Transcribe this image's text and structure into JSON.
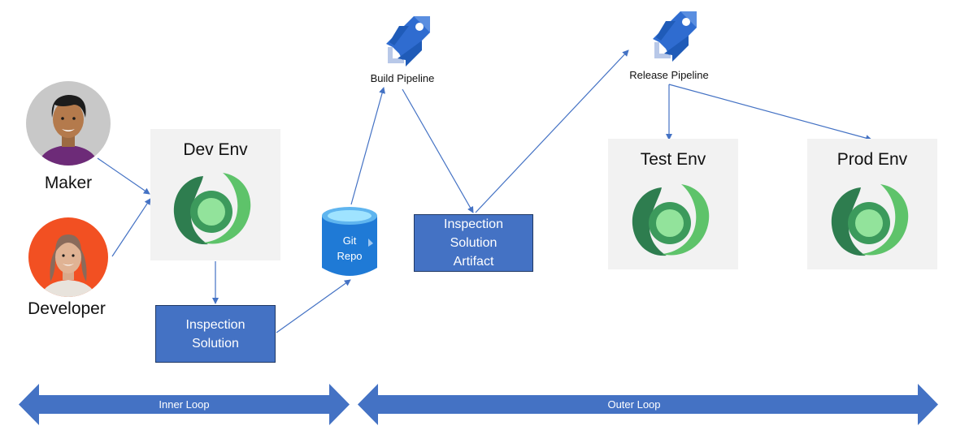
{
  "people": {
    "maker_label": "Maker",
    "developer_label": "Developer"
  },
  "environments": {
    "dev": "Dev Env",
    "test": "Test Env",
    "prod": "Prod Env"
  },
  "artifacts": {
    "inspection_solution": "Inspection Solution",
    "inspection_solution_artifact": "Inspection Solution Artifact"
  },
  "repo": {
    "line1": "Git",
    "line2": "Repo"
  },
  "pipelines": {
    "build": "Build Pipeline",
    "release": "Release Pipeline"
  },
  "loops": {
    "inner": "Inner Loop",
    "outer": "Outer Loop"
  },
  "colors": {
    "box_blue": "#4472c4",
    "arrow_blue": "#4472c4",
    "env_bg": "#f2f2f2",
    "dataverse_green": "#4caf6a"
  },
  "icons": {
    "maker": "person-avatar-icon",
    "developer": "person-avatar-icon",
    "environment": "dataverse-logo-icon",
    "pipeline": "azure-pipelines-icon",
    "repo": "database-cylinder-icon"
  }
}
